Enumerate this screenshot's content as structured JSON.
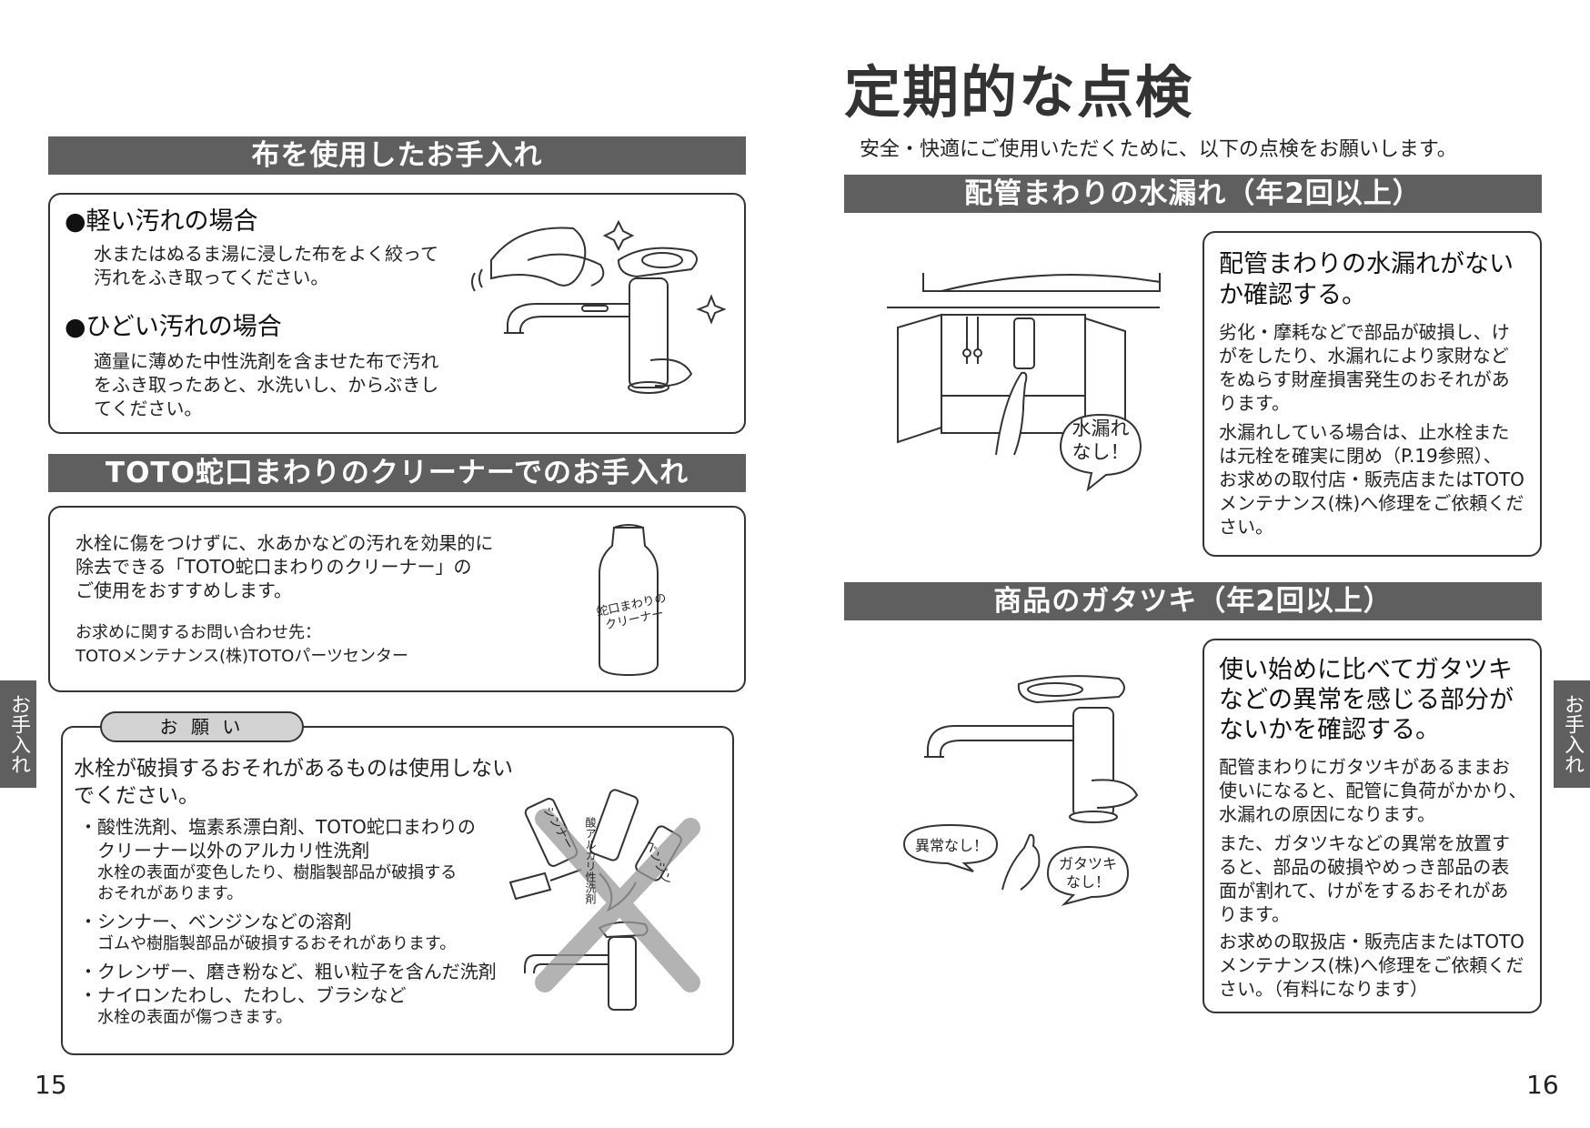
{
  "left": {
    "section1": {
      "title": "布を使用したお手入れ",
      "light": {
        "heading": "●軽い汚れの場合",
        "lines": [
          "水またはぬるま湯に浸した布をよく絞って",
          "汚れをふき取ってください。"
        ]
      },
      "heavy": {
        "heading": "●ひどい汚れの場合",
        "lines": [
          "適量に薄めた中性洗剤を含ませた布で汚れ",
          "をふき取ったあと、水洗いし、からぶきし",
          "てください。"
        ]
      }
    },
    "section2": {
      "title": "TOTO蛇口まわりのクリーナーでのお手入れ",
      "lines": [
        "水栓に傷をつけずに、水あかなどの汚れを効果的に",
        "除去できる「TOTO蛇口まわりのクリーナー」の",
        "ご使用をおすすめします。"
      ],
      "contact_label": "お求めに関するお問い合わせ先：",
      "contact_value": "TOTOメンテナンス(株)TOTOパーツセンター",
      "bottle_label_1": "蛇口まわりの",
      "bottle_label_2": "クリーナー"
    },
    "request": {
      "tab": "お 願 い",
      "lead_1": "水栓が破損するおそれがあるものは使用しない",
      "lead_2": "でください。",
      "items": [
        {
          "main_1": "・酸性洗剤、塩素系漂白剤、TOTO蛇口まわりの",
          "main_2": "クリーナー以外のアルカリ性洗剤",
          "note_1": "水栓の表面が変色したり、樹脂製部品が破損する",
          "note_2": "おそれがあります。"
        },
        {
          "main_1": "・シンナー、ベンジンなどの溶剤",
          "note_1": "ゴムや樹脂製部品が破損するおそれがあります。"
        },
        {
          "main_1": "・クレンザー、磨き粉など、粗い粒子を含んだ洗剤"
        },
        {
          "main_1": "・ナイロンたわし、たわし、ブラシなど",
          "note_1": "水栓の表面が傷つきます。"
        }
      ],
      "bottle_a": "シンナー",
      "bottle_b": "酸アルカリ性洗剤",
      "bottle_c": "ベンジン"
    },
    "side_tab": "お手入れ",
    "page_number": "15"
  },
  "right": {
    "title": "定期的な点検",
    "intro": "安全・快適にご使用いただくために、以下の点検をお願いします。",
    "section1": {
      "title": "配管まわりの水漏れ（年2回以上）",
      "heading_1": "配管まわりの水漏れがない",
      "heading_2": "か確認する。",
      "para1": [
        "劣化・摩耗などで部品が破損し、け",
        "がをしたり、水漏れにより家財など",
        "をぬらす財産損害発生のおそれがあ",
        "ります。"
      ],
      "para2": [
        "水漏れしている場合は、止水栓また",
        "は元栓を確実に閉め（P.19参照）、",
        "お求めの取付店・販売店またはTOTO",
        "メンテナンス(株)へ修理をご依頼くだ",
        "さい。"
      ],
      "bubble_1": "水漏れ",
      "bubble_2": "なし！"
    },
    "section2": {
      "title": "商品のガタツキ（年2回以上）",
      "heading": [
        "使い始めに比べてガタツキ",
        "などの異常を感じる部分が",
        "ないかを確認する。"
      ],
      "para1": [
        "配管まわりにガタツキがあるままお",
        "使いになると、配管に負荷がかかり、",
        "水漏れの原因になります。"
      ],
      "para2": [
        "また、ガタツキなどの異常を放置す",
        "ると、部品の破損やめっき部品の表",
        "面が割れて、けがをするおそれがあ",
        "ります。"
      ],
      "para3": [
        "お求めの取扱店・販売店またはTOTO",
        "メンテナンス(株)へ修理をご依頼くだ",
        "さい。（有料になります）"
      ],
      "bubble_a": "異常なし！",
      "bubble_b_1": "ガタツキ",
      "bubble_b_2": "なし！"
    },
    "side_tab": "お手入れ",
    "page_number": "16"
  }
}
